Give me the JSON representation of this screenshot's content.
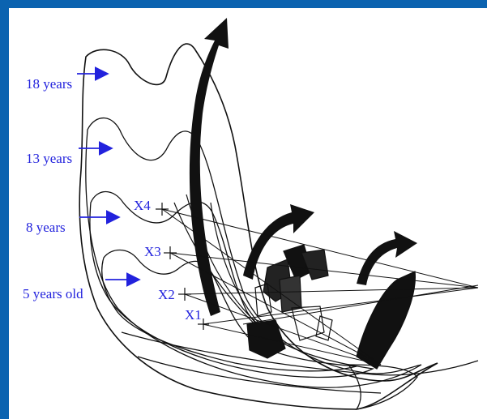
{
  "colors": {
    "border": "#0b63b0",
    "panel": "#ffffff",
    "label_text": "#2222dd",
    "arrow_blue": "#2222dd",
    "drawing": "#111111"
  },
  "age_labels": [
    {
      "id": "age-18",
      "text": "18 years"
    },
    {
      "id": "age-13",
      "text": "13 years"
    },
    {
      "id": "age-8",
      "text": "8 years"
    },
    {
      "id": "age-5",
      "text": "5 years old"
    }
  ],
  "point_labels": [
    {
      "id": "x4",
      "text": "X4"
    },
    {
      "id": "x3",
      "text": "X3"
    },
    {
      "id": "x2",
      "text": "X2"
    },
    {
      "id": "x1",
      "text": "X1"
    }
  ]
}
